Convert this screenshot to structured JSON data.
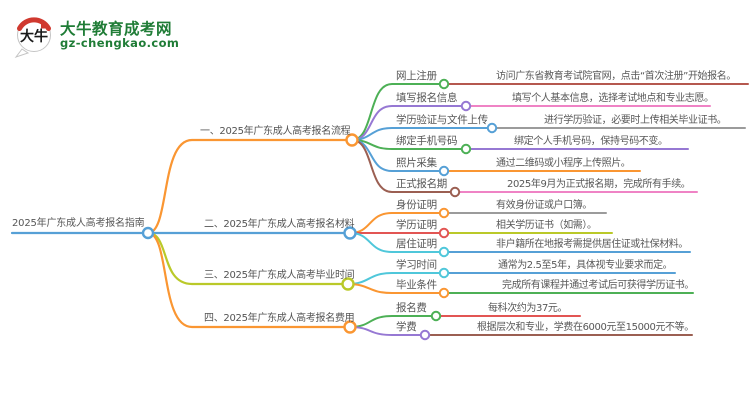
{
  "logo": {
    "badge_text": "大牛",
    "site_name": "大牛教育成考网",
    "site_url": "gz-chengkao.com"
  },
  "palette": {
    "blue": "#56a0d6",
    "orange": "#fa9632",
    "green": "#4db056",
    "purple": "#9678d3",
    "cyan": "#4fc7da",
    "yellow_green": "#bac929",
    "brown": "#9b5f52",
    "red": "#e25553",
    "pink": "#ef83c5",
    "gray": "#9b9b9b",
    "dark_rose": "#b5584f",
    "logo_green": "#1f7c36",
    "logo_red": "#d0392f",
    "text": "#575757"
  },
  "root": {
    "label": "2025年广东成人高考报名指南"
  },
  "branches": [
    {
      "label": "一、2025年广东成人高考报名流程",
      "children": [
        {
          "label": "网上注册",
          "detail": "访问广东省教育考试院官网，点击“首次注册”开始报名。"
        },
        {
          "label": "填写报名信息",
          "detail": "填写个人基本信息，选择考试地点和专业志愿。"
        },
        {
          "label": "学历验证与文件上传",
          "detail": "进行学历验证，必要时上传相关毕业证书。"
        },
        {
          "label": "绑定手机号码",
          "detail": "绑定个人手机号码，保持号码不变。"
        },
        {
          "label": "照片采集",
          "detail": "通过二维码或小程序上传照片。"
        },
        {
          "label": "正式报名期",
          "detail": "2025年9月为正式报名期，完成所有手续。"
        }
      ]
    },
    {
      "label": "二、2025年广东成人高考报名材料",
      "children": [
        {
          "label": "身份证明",
          "detail": "有效身份证或户口簿。"
        },
        {
          "label": "学历证明",
          "detail": "相关学历证书（如需）。"
        },
        {
          "label": "居住证明",
          "detail": "非户籍所在地报考需提供居住证或社保材料。"
        }
      ]
    },
    {
      "label": "三、2025年广东成人高考毕业时间",
      "children": [
        {
          "label": "学习时间",
          "detail": "通常为2.5至5年，具体视专业要求而定。"
        },
        {
          "label": "毕业条件",
          "detail": "完成所有课程并通过考试后可获得学历证书。"
        }
      ]
    },
    {
      "label": "四、2025年广东成人高考报名费用",
      "children": [
        {
          "label": "报名费",
          "detail": "每科次约为37元。"
        },
        {
          "label": "学费",
          "detail": "根据层次和专业，学费在6000元至15000元不等。"
        }
      ]
    }
  ]
}
